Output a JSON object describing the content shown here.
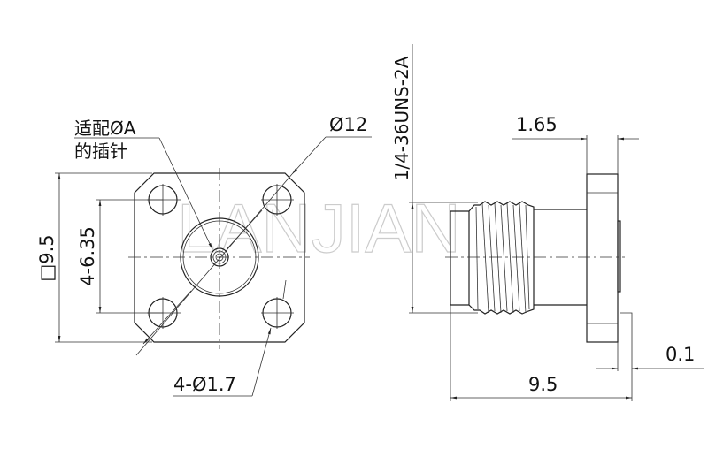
{
  "front_view": {
    "pin_note_line1": "适配ØA",
    "pin_note_line2": "的插针",
    "flange_diameter": "Ø12",
    "flange_size": "□9.5",
    "hole_spacing": "4-6.35",
    "hole_diameter": "4-Ø1.7"
  },
  "side_view": {
    "thread_spec": "1/4-36UNS-2A",
    "flange_thickness": "1.65",
    "offset": "0.1",
    "overall_length": "9.5"
  },
  "watermark": "LANJIAN"
}
